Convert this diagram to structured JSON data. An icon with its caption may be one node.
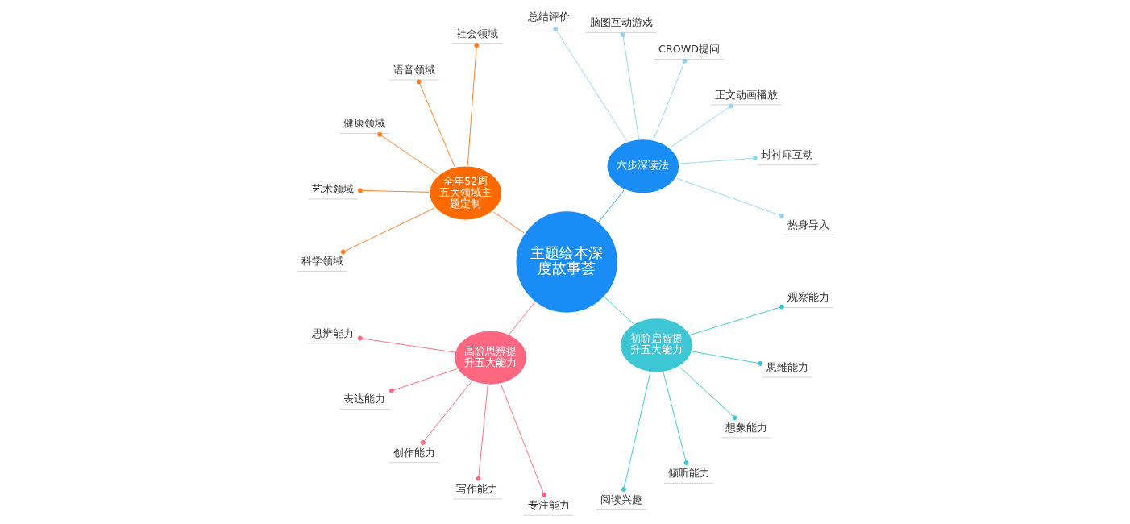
{
  "diagram": {
    "nodes": [
      {
        "text": [
          "主题绘本深度故事荟"
        ]
      },
      {
        "text": [
          "六步深读法"
        ]
      },
      {
        "text": [
          "热身导入"
        ]
      },
      {
        "text": [
          "封衬扉互动"
        ]
      },
      {
        "text": [
          "正文动画播放"
        ]
      },
      {
        "text": [
          "CROWD提问"
        ]
      },
      {
        "text": [
          "脑图互动游戏"
        ]
      },
      {
        "text": [
          "总结评价"
        ]
      },
      {
        "text": [
          "全年52周五大领域主题定制"
        ]
      },
      {
        "text": [
          "社会领域"
        ]
      },
      {
        "text": [
          "语音领域"
        ]
      },
      {
        "text": [
          "健康领域"
        ]
      },
      {
        "text": [
          "艺术领域"
        ]
      },
      {
        "text": [
          "科学领域"
        ]
      },
      {
        "text": [
          "高阶思辨提升五大能力"
        ]
      },
      {
        "text": [
          "思辨能力"
        ]
      },
      {
        "text": [
          "表达能力"
        ]
      },
      {
        "text": [
          "创作能力"
        ]
      },
      {
        "text": [
          "写作能力"
        ]
      },
      {
        "text": [
          "专注能力"
        ]
      },
      {
        "text": [
          "初阶启智提升五大能力"
        ]
      },
      {
        "text": [
          "阅读兴趣"
        ]
      },
      {
        "text": [
          "倾听能力"
        ]
      },
      {
        "text": [
          "想象能力"
        ]
      },
      {
        "text": [
          "思维能力"
        ]
      },
      {
        "text": [
          "观察能力"
        ]
      }
    ],
    "edges": [
      {
        "from": 0,
        "to": 1,
        "arrow": "none",
        "color": "#1a9cf0"
      },
      {
        "from": 1,
        "to": 2,
        "arrow": "other",
        "color": "#8fd6f5"
      },
      {
        "from": 1,
        "to": 3,
        "arrow": "other",
        "color": "#8fd6f5"
      },
      {
        "from": 1,
        "to": 4,
        "arrow": "other",
        "color": "#8fd6f5"
      },
      {
        "from": 1,
        "to": 5,
        "arrow": "other",
        "color": "#8fd6f5"
      },
      {
        "from": 1,
        "to": 6,
        "arrow": "other",
        "color": "#8fd6f5"
      },
      {
        "from": 1,
        "to": 7,
        "arrow": "other",
        "color": "#8fd6f5"
      },
      {
        "from": 0,
        "to": 8,
        "arrow": "none",
        "color": "#ff7a1a"
      },
      {
        "from": 8,
        "to": 9,
        "arrow": "other",
        "color": "#ff7a1a"
      },
      {
        "from": 8,
        "to": 10,
        "arrow": "other",
        "color": "#ff7a1a"
      },
      {
        "from": 8,
        "to": 11,
        "arrow": "other",
        "color": "#ff7a1a"
      },
      {
        "from": 8,
        "to": 12,
        "arrow": "other",
        "color": "#ff7a1a"
      },
      {
        "from": 8,
        "to": 13,
        "arrow": "other",
        "color": "#ff7a1a"
      },
      {
        "from": 0,
        "to": 14,
        "arrow": "none",
        "color": "#ff6680"
      },
      {
        "from": 14,
        "to": 15,
        "arrow": "other",
        "color": "#ff6680"
      },
      {
        "from": 14,
        "to": 16,
        "arrow": "other",
        "color": "#ff6680"
      },
      {
        "from": 14,
        "to": 17,
        "arrow": "other",
        "color": "#ff6680"
      },
      {
        "from": 14,
        "to": 18,
        "arrow": "other",
        "color": "#ff6680"
      },
      {
        "from": 14,
        "to": 19,
        "arrow": "other",
        "color": "#ff6680"
      },
      {
        "from": 0,
        "to": 20,
        "arrow": "none",
        "color": "#3cc6d6"
      },
      {
        "from": 20,
        "to": 21,
        "arrow": "other",
        "color": "#3cc6d6"
      },
      {
        "from": 20,
        "to": 22,
        "arrow": "other",
        "color": "#3cc6d6"
      },
      {
        "from": 20,
        "to": 23,
        "arrow": "other",
        "color": "#3cc6d6"
      },
      {
        "from": 20,
        "to": 24,
        "arrow": "other",
        "color": "#3cc6d6"
      },
      {
        "from": 20,
        "to": 25,
        "arrow": "other",
        "color": "#3cc6d6"
      }
    ]
  }
}
